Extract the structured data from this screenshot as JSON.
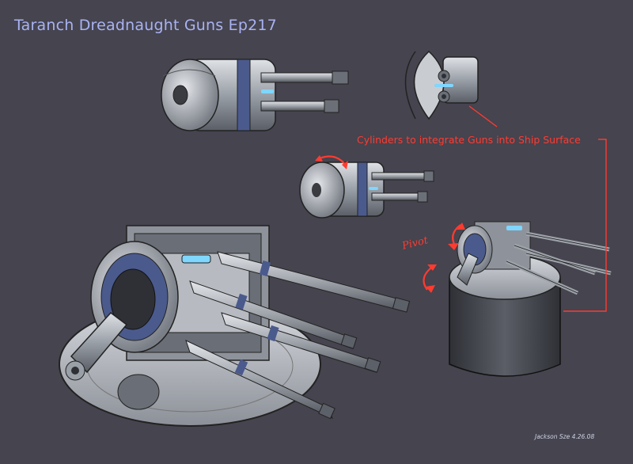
{
  "header": {
    "title": "Taranch Dreadnaught Guns Ep217"
  },
  "annotations": {
    "callout": "Cylinders to integrate Guns into Ship Surface",
    "pivot_label": "Pivot"
  },
  "signature": {
    "text": "Jackson Sze 4.26.08"
  },
  "colors": {
    "background": "#45444f",
    "title": "#a9b3f2",
    "annotation": "#ff3b30",
    "metal_light": "#cfd2d6",
    "metal_mid": "#8f949b",
    "metal_dark": "#3b3d44",
    "band_blue": "#4b5a8c",
    "glow": "#7fd6ff"
  },
  "icons": [
    "rotation-arrow-icon",
    "pivot-arrow-icon"
  ]
}
